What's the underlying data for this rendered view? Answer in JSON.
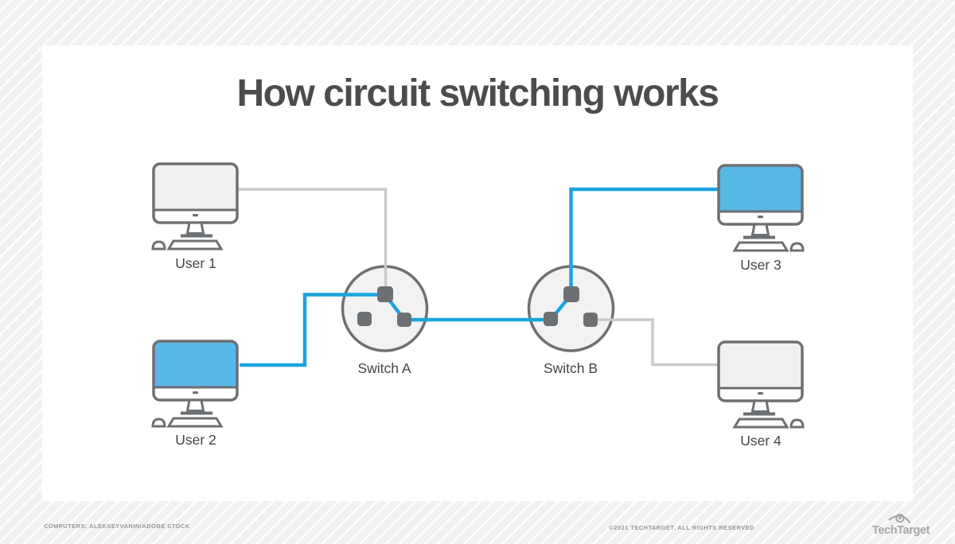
{
  "page": {
    "title": "How circuit switching works"
  },
  "diagram": {
    "nodes": [
      {
        "id": "user1",
        "label": "User 1",
        "type": "computer",
        "state": "idle"
      },
      {
        "id": "user2",
        "label": "User 2",
        "type": "computer",
        "state": "active"
      },
      {
        "id": "switch_a",
        "label": "Switch A",
        "type": "switch"
      },
      {
        "id": "switch_b",
        "label": "Switch B",
        "type": "switch"
      },
      {
        "id": "user3",
        "label": "User 3",
        "type": "computer",
        "state": "active"
      },
      {
        "id": "user4",
        "label": "User 4",
        "type": "computer",
        "state": "idle"
      }
    ],
    "connections": [
      {
        "from": "User 1",
        "to": "Switch A",
        "state": "idle"
      },
      {
        "from": "User 2",
        "to": "Switch A",
        "state": "active"
      },
      {
        "from": "Switch A",
        "to": "Switch B",
        "state": "active"
      },
      {
        "from": "Switch B",
        "to": "User 3",
        "state": "active"
      },
      {
        "from": "Switch B",
        "to": "User 4",
        "state": "idle"
      }
    ]
  },
  "colors": {
    "active_line": "#1ba4de",
    "idle_line": "#c9cacb",
    "active_screen": "#57b8e7",
    "idle_screen": "#f1f1f2",
    "outline": "#6d7073",
    "switch_fill": "#f2f2f3"
  },
  "footer": {
    "credit": "COMPUTERS: ALEKSEYVANIN/ADOBE STOCK",
    "copyright": "©2021 TECHTARGET. ALL RIGHTS RESERVED",
    "brand": "TechTarget"
  }
}
